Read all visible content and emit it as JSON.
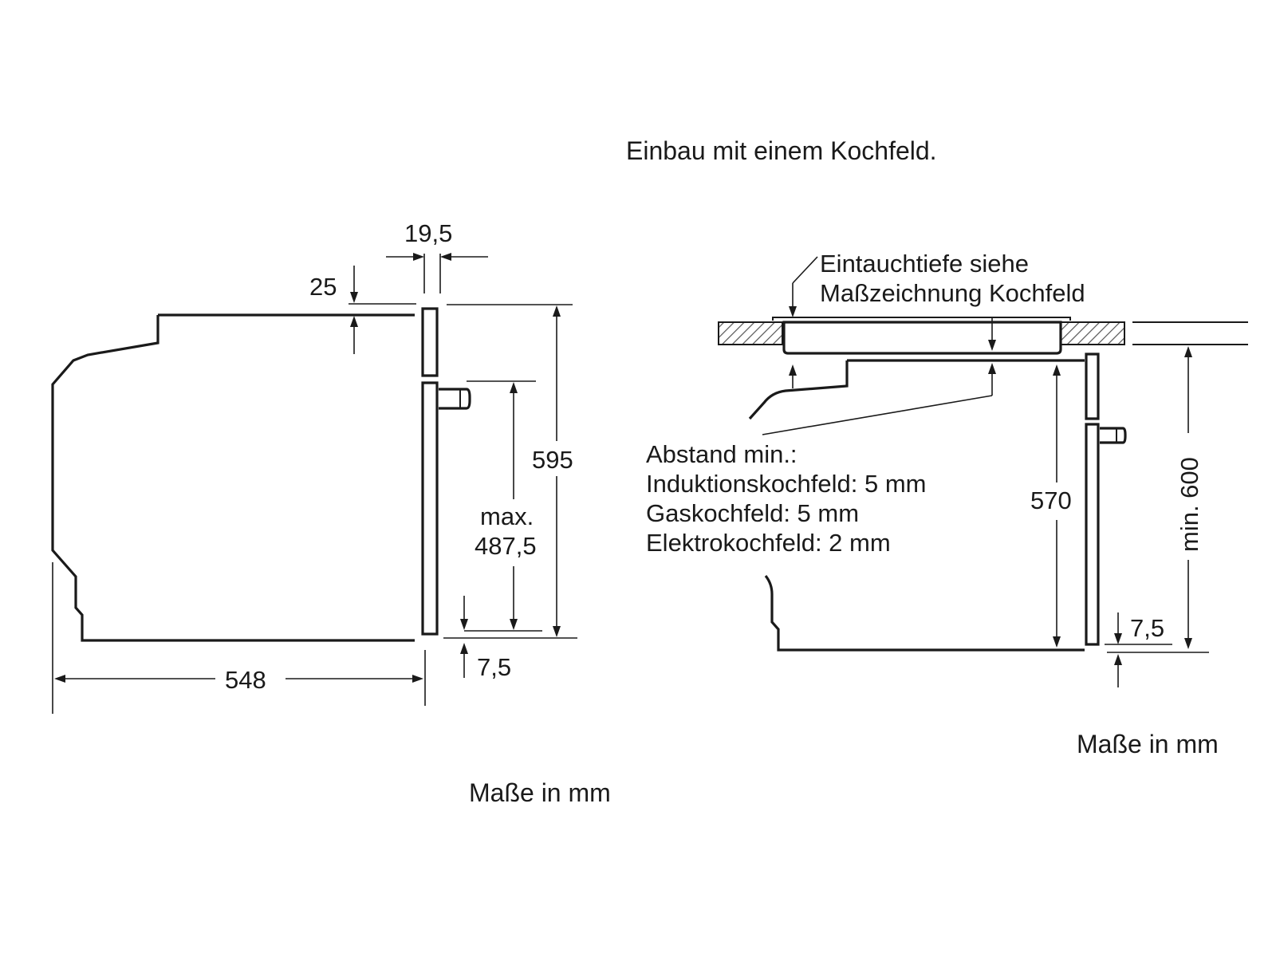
{
  "title": "Einbau mit einem Kochfeld.",
  "left_diagram": {
    "dim_width": "548",
    "dim_height": "595",
    "dim_front_max_label": "max.",
    "dim_front_max_value": "487,5",
    "dim_top_gap": "25",
    "dim_front_panel": "19,5",
    "dim_bottom_gap": "7,5",
    "units_caption": "Maße in mm"
  },
  "right_diagram": {
    "hob_note_line1": "Eintauchtiefe siehe",
    "hob_note_line2": "Maßzeichnung Kochfeld",
    "distance_title": "Abstand min.:",
    "distance_induction": "Induktionskochfeld: 5 mm",
    "distance_gas": "Gaskochfeld: 5 mm",
    "distance_electric": "Elektrokochfeld: 2 mm",
    "dim_height": "570",
    "dim_niche": "min. 600",
    "dim_bottom_gap": "7,5",
    "units_caption": "Maße in mm"
  },
  "colors": {
    "line": "#1a1a1a",
    "background": "#ffffff",
    "hatch": "#555555"
  }
}
